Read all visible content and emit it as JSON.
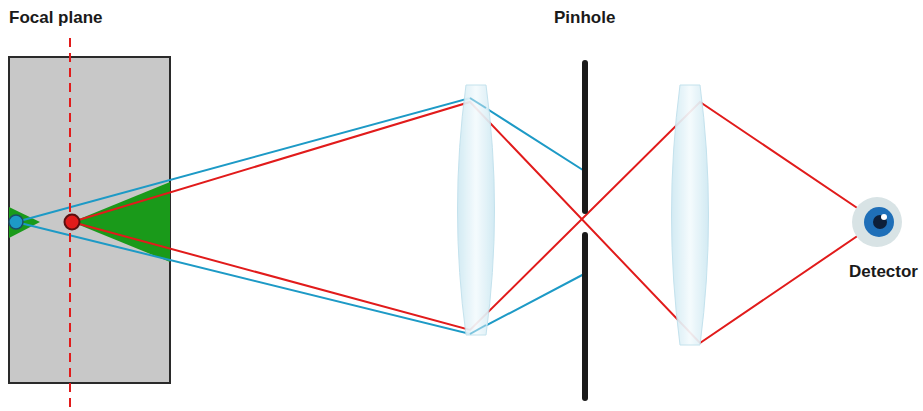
{
  "diagram": {
    "labels": [
      "Focal plane",
      "Pinhole",
      "Detector"
    ]
  }
}
